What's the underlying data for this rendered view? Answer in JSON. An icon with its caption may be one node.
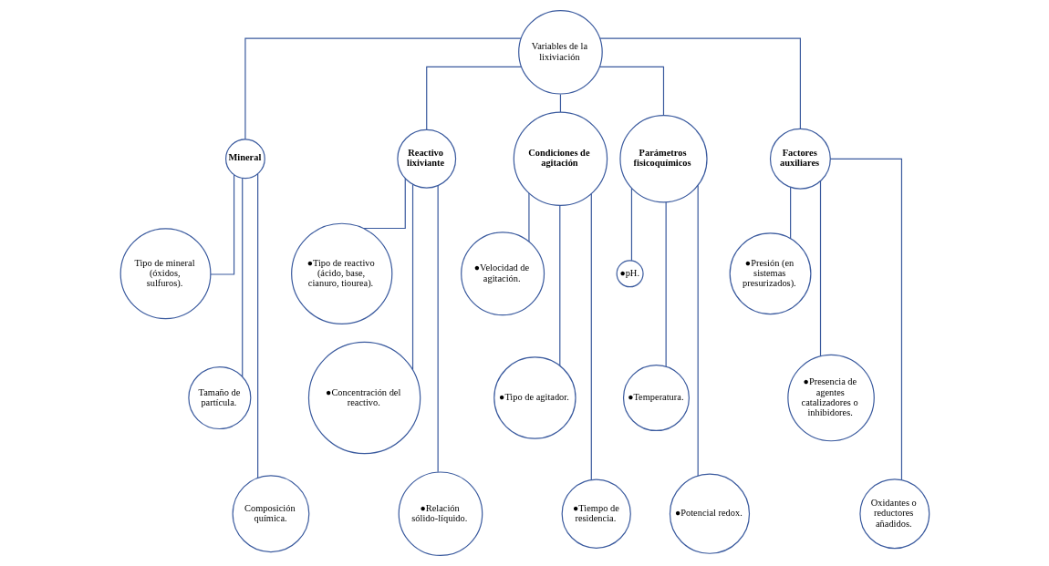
{
  "diagram": {
    "nodes": [
      {
        "text": [
          "Variables de la lixiviación"
        ]
      },
      {
        "text": [
          "Mineral"
        ]
      },
      {
        "text": [
          "Reactivo lixiviante"
        ]
      },
      {
        "text": [
          "Condiciones de agitación"
        ]
      },
      {
        "text": [
          "Parámetros fisicoquímicos"
        ]
      },
      {
        "text": [
          "Factores auxiliares"
        ]
      },
      {
        "text": [
          "Tipo de mineral (óxidos, sulfuros)."
        ]
      },
      {
        "text": [
          "Tamaño de partícula."
        ]
      },
      {
        "text": [
          "Composición química."
        ]
      },
      {
        "text": [
          "●Tipo de reactivo (ácido, base, cianuro, tiourea)."
        ]
      },
      {
        "text": [
          "●Concentración del reactivo."
        ]
      },
      {
        "text": [
          "●Relación sólido-líquido."
        ]
      },
      {
        "text": [
          "●Velocidad de agitación."
        ]
      },
      {
        "text": [
          "●Tipo de agitador."
        ]
      },
      {
        "text": [
          "●Tiempo de residencia."
        ]
      },
      {
        "text": [
          "●pH."
        ]
      },
      {
        "text": [
          "●Temperatura."
        ]
      },
      {
        "text": [
          "●Potencial redox."
        ]
      },
      {
        "text": [
          "●Presión (en sistemas presurizados)."
        ]
      },
      {
        "text": [
          "●Presencia de agentes catalizadores o inhibidores."
        ]
      },
      {
        "text": [
          "Oxidantes o reductores añadidos."
        ]
      }
    ],
    "edges": [
      {
        "from": 0,
        "to": 1,
        "arrow": "none"
      },
      {
        "from": 0,
        "to": 2,
        "arrow": "none"
      },
      {
        "from": 0,
        "to": 3,
        "arrow": "none"
      },
      {
        "from": 0,
        "to": 4,
        "arrow": "none"
      },
      {
        "from": 0,
        "to": 5,
        "arrow": "none"
      },
      {
        "from": 1,
        "to": 6,
        "arrow": "none"
      },
      {
        "from": 1,
        "to": 7,
        "arrow": "none"
      },
      {
        "from": 1,
        "to": 8,
        "arrow": "none"
      },
      {
        "from": 2,
        "to": 9,
        "arrow": "none"
      },
      {
        "from": 2,
        "to": 10,
        "arrow": "none"
      },
      {
        "from": 2,
        "to": 11,
        "arrow": "none"
      },
      {
        "from": 3,
        "to": 12,
        "arrow": "none"
      },
      {
        "from": 3,
        "to": 13,
        "arrow": "none"
      },
      {
        "from": 3,
        "to": 14,
        "arrow": "none"
      },
      {
        "from": 4,
        "to": 15,
        "arrow": "none"
      },
      {
        "from": 4,
        "to": 16,
        "arrow": "none"
      },
      {
        "from": 4,
        "to": 17,
        "arrow": "none"
      },
      {
        "from": 5,
        "to": 18,
        "arrow": "none"
      },
      {
        "from": 5,
        "to": 19,
        "arrow": "none"
      },
      {
        "from": 5,
        "to": 20,
        "arrow": "none"
      }
    ]
  }
}
